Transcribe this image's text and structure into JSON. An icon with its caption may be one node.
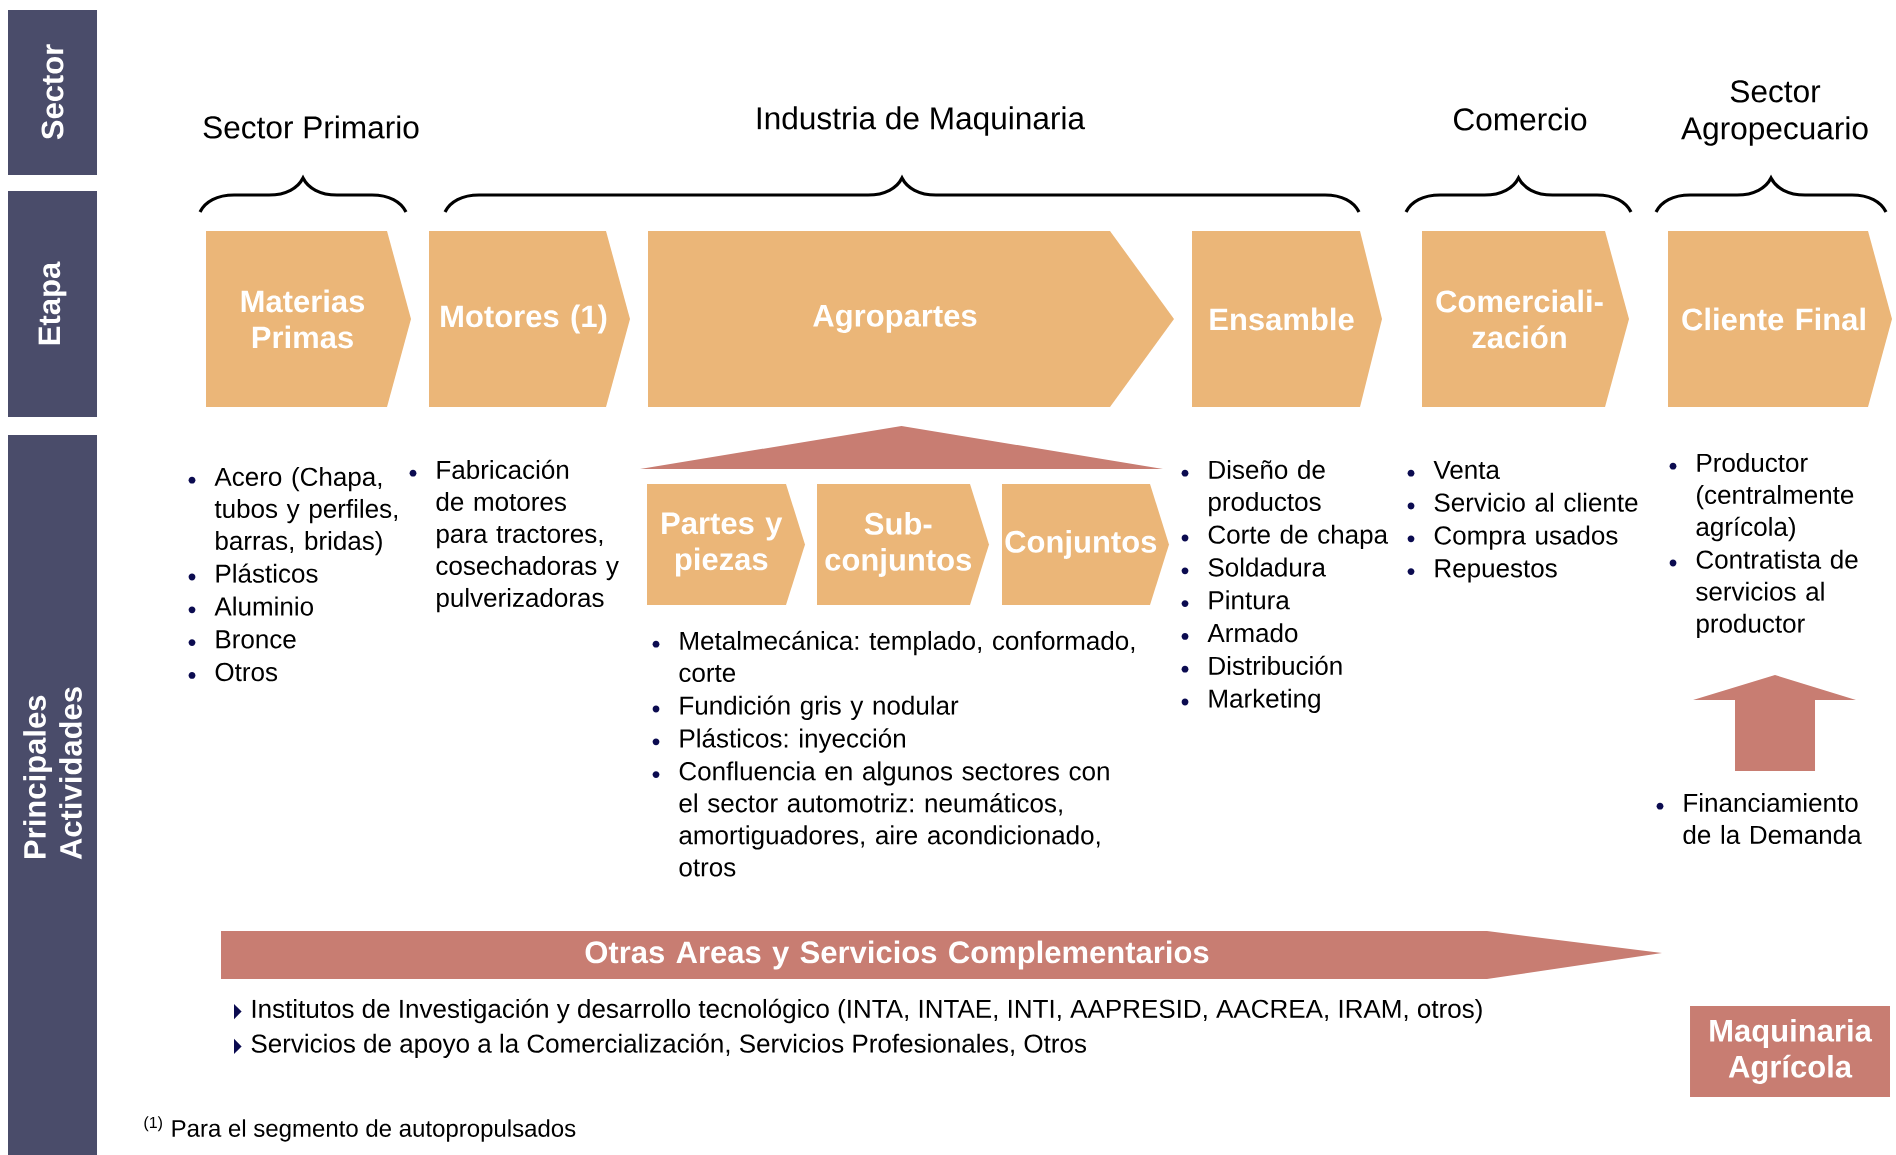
{
  "diagram": {
    "nodes": [
      {
        "text": [
          "Sector"
        ]
      },
      {
        "text": [
          "Etapa"
        ]
      },
      {
        "text": [
          "Principales Actividades"
        ]
      },
      {
        "text": [
          "Materias Primas"
        ]
      },
      {
        "text": [
          "Motores (1)"
        ]
      },
      {
        "text": [
          "Agropartes"
        ]
      },
      {
        "text": [
          "Ensamble"
        ]
      },
      {
        "text": [
          "Comerciali- zación"
        ]
      },
      {
        "text": [
          "Cliente Final"
        ]
      },
      {
        "text": [],
        "shape": "triangle"
      },
      {
        "text": [
          "Partes y piezas"
        ]
      },
      {
        "text": [
          "Sub- conjuntos"
        ]
      },
      {
        "text": [
          "Conjuntos"
        ]
      },
      {
        "text": [
          "Otras Areas y Servicios Complementarios"
        ],
        "beside": [
          "Institutos de Investigación y desarrollo tecnológico (INTA, INTAE, INTI, AAPRESID, AACREA, IRAM, otros)",
          "Servicios de apoyo a la Comercialización, Servicios Profesionales, Otros"
        ]
      },
      {
        "text": [
          "Maquinaria Agrícola"
        ]
      }
    ],
    "labels": [
      "Sector Primario",
      "Industria de Maquinaria",
      "Comercio",
      "Sector Agropecuario",
      "Acero (Chapa, tubos y perfiles, barras, bridas)",
      "Plásticos",
      "Aluminio",
      "Bronce",
      "Otros",
      "Fabricación de motores para tractores, cosechadoras y pulverizadoras",
      "Diseño de productos",
      "Corte de chapa",
      "Soldadura",
      "Pintura",
      "Armado",
      "Distribución",
      "Marketing",
      "Venta",
      "Servicio al cliente",
      "Compra usados",
      "Repuestos",
      "Productor (centralmente agrícola)",
      "Contratista de servicios al productor",
      "Metalmecánica: templado, conformado, corte",
      "Fundición gris y nodular",
      "Plásticos: inyección",
      "Confluencia en algunos sectores con el sector automotriz: neumáticos, amortiguadores, aire acondicionado, otros",
      "Financiamiento de la Demanda",
      "$^{(1)}$ Para el segmento de autopropulsados"
    ]
  }
}
